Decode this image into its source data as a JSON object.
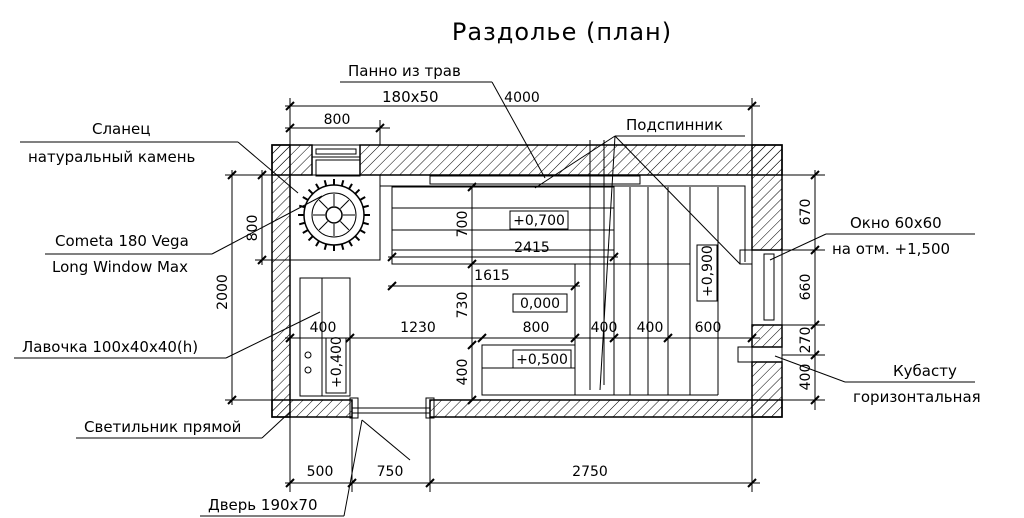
{
  "title": "Раздолье (план)",
  "labels": {
    "panno_line1": "Панно из трав",
    "panno_line2": "180х50",
    "slanets_line1": "Сланец",
    "slanets_line2": "натуральный камень",
    "podspinnik": "Подспинник",
    "stove_line1": "Cometa 180 Vega",
    "stove_line2": "Long Window Max",
    "bench": "Лавочка 100х40х40(h)",
    "lamp": "Светильник прямой",
    "door": "Дверь 190х70",
    "window_line1": "Окно 60х60",
    "window_line2": "на отм. +1,500",
    "kubastu_line1": "Кубасту",
    "kubastu_line2": "горизонтальная"
  },
  "dimensions": {
    "top_total": "4000",
    "top_800": "800",
    "left_800": "800",
    "left_2000": "2000",
    "shelf_700": "700",
    "shelf_2415": "2415",
    "shelf_1615": "1615",
    "shelf_730": "730",
    "inner_400_a": "400",
    "inner_1230": "1230",
    "inner_800": "800",
    "inner_400_b": "400",
    "inner_400_c": "400",
    "inner_600": "600",
    "inner_400_v": "400",
    "right_670": "670",
    "right_660": "660",
    "right_270": "270",
    "right_400": "400",
    "bottom_500": "500",
    "bottom_750": "750",
    "bottom_2750": "2750"
  },
  "levels": {
    "top_shelf": "+0,700",
    "floor": "0,000",
    "low_shelf": "+0,500",
    "vertical": "+0,900",
    "bench": "+0,400"
  }
}
